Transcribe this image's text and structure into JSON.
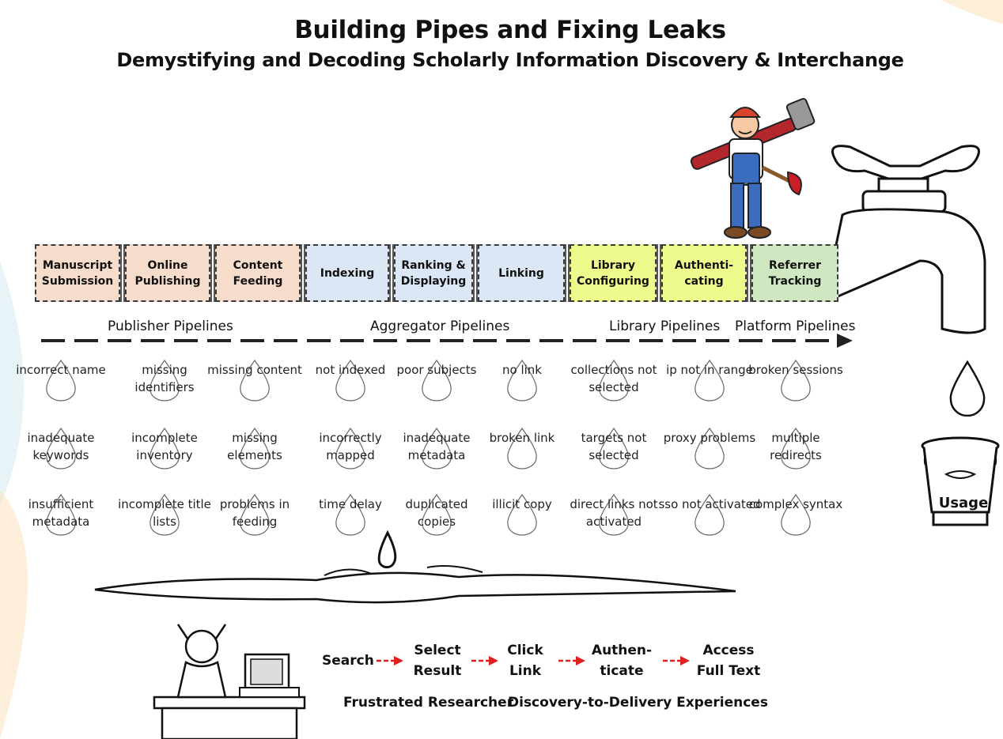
{
  "title": "Building Pipes and Fixing Leaks",
  "subtitle": "Demystifying and Decoding Scholarly Information Discovery & Interchange",
  "stages": [
    {
      "label": "Manuscript Submission",
      "color": "#f6dccb"
    },
    {
      "label": "Online Publishing",
      "color": "#f6dccb"
    },
    {
      "label": "Content Feeding",
      "color": "#f6dccb"
    },
    {
      "label": "Indexing",
      "color": "#dbe7f4"
    },
    {
      "label": "Ranking & Displaying",
      "color": "#dbe7f4"
    },
    {
      "label": "Linking",
      "color": "#dbe7f4"
    },
    {
      "label": "Library Configuring",
      "color": "#eefa8c"
    },
    {
      "label": "Authenti-cating",
      "color": "#eefa8c"
    },
    {
      "label": "Referrer Tracking",
      "color": "#cfe8c1"
    }
  ],
  "pipelines": {
    "publisher": "Publisher Pipelines",
    "aggregator": "Aggregator Pipelines",
    "library": "Library Pipelines",
    "platform": "Platform Pipelines"
  },
  "leaks": {
    "row1": [
      "incorrect name",
      "missing identifiers",
      "missing content",
      "not indexed",
      "poor subjects",
      "no link",
      "collections not selected",
      "ip not in range",
      "broken sessions"
    ],
    "row2": [
      "inadequate keywords",
      "incomplete inventory",
      "missing elements",
      "incorrectly mapped",
      "inadequate metadata",
      "broken link",
      "targets not selected",
      "proxy problems",
      "multiple redirects"
    ],
    "row3": [
      "insufficient metadata",
      "incomplete title lists",
      "problems in feeding",
      "time delay",
      "duplicated copies",
      "illicit copy",
      "direct links not activated",
      "sso not activated",
      "complex syntax"
    ]
  },
  "bucket_label": "Usage",
  "flow": {
    "steps": [
      "Search",
      "Select Result",
      "Click Link",
      "Authen-ticate",
      "Access Full Text"
    ],
    "caption_left": "Frustrated Researcher",
    "caption_right": "Discovery-to-Delivery Experiences"
  },
  "colors": {
    "arrow": "#e02020",
    "pipe_line": "#222222"
  }
}
